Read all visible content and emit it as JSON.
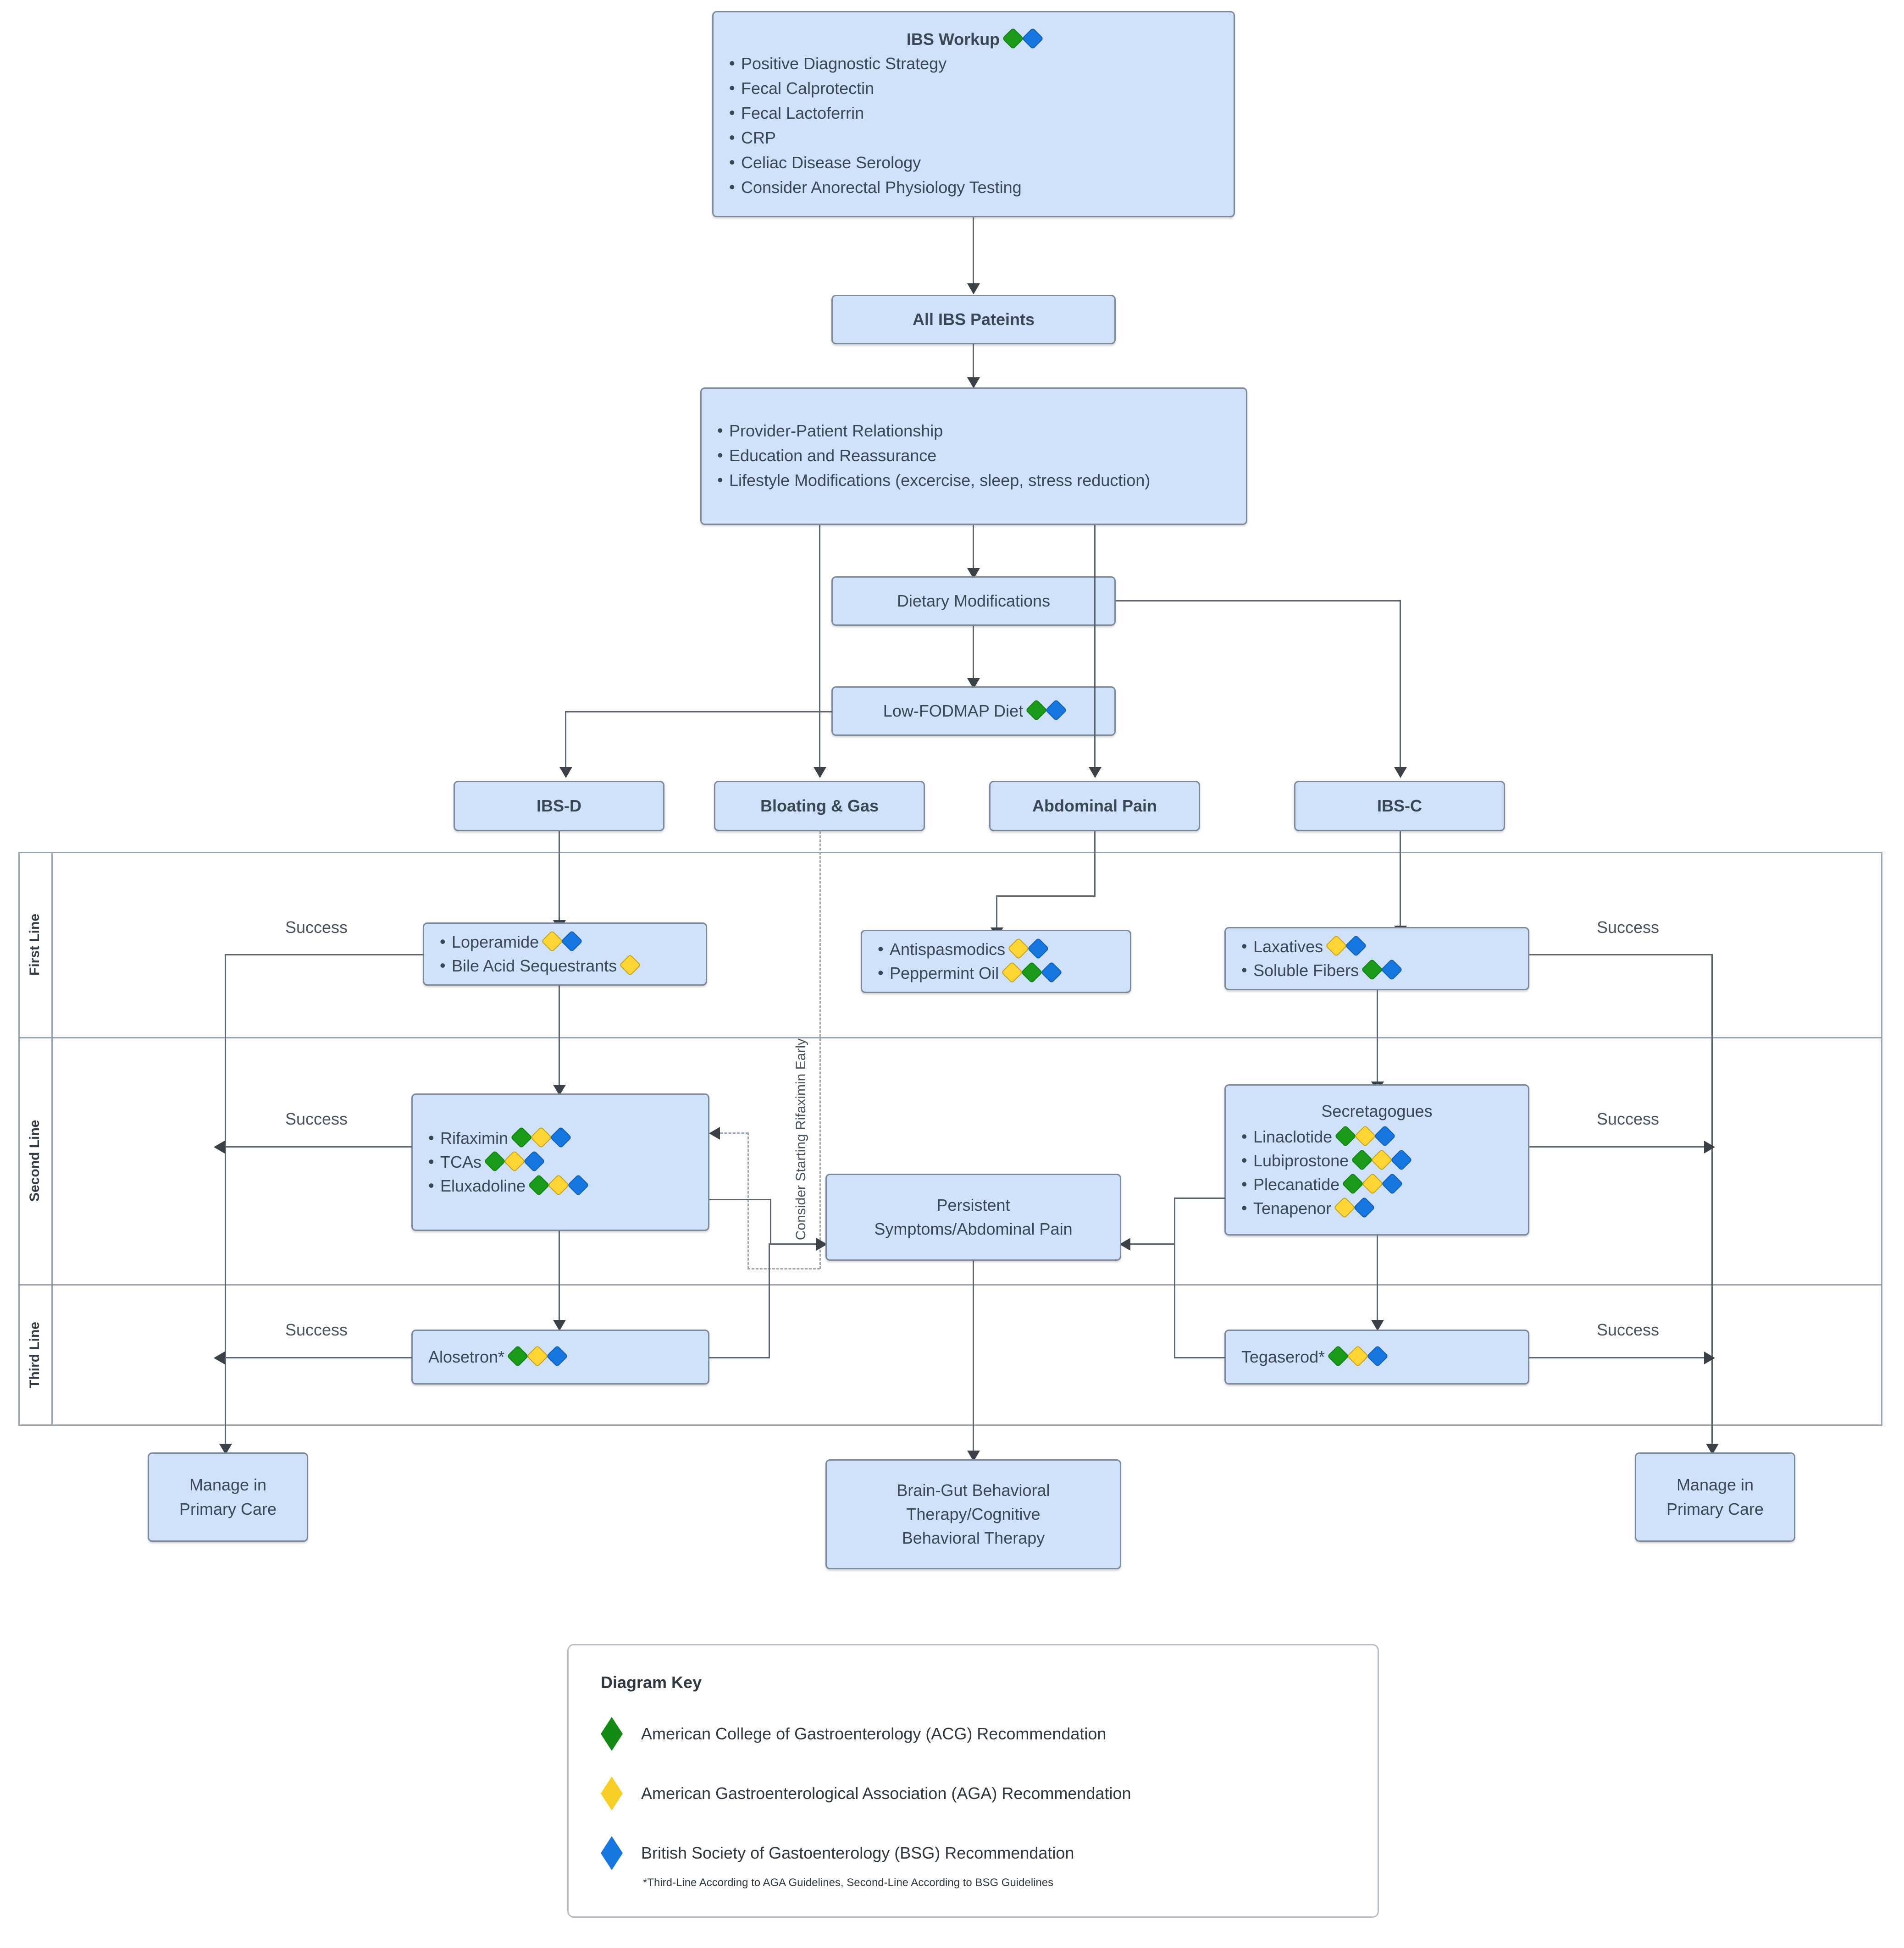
{
  "nodes": {
    "workup": {
      "title": "IBS Workup",
      "markers": [
        "g",
        "b"
      ],
      "items": [
        "Positive Diagnostic Strategy",
        "Fecal Calprotectin",
        "Fecal Lactoferrin",
        "CRP",
        "Celiac Disease Serology",
        "Consider Anorectal Physiology Testing"
      ]
    },
    "all_patients": {
      "label": "All IBS Pateints"
    },
    "general_care": {
      "items": [
        "Provider-Patient Relationship",
        "Education and Reassurance",
        "Lifestyle Modifications (excercise, sleep, stress reduction)"
      ]
    },
    "dietary": {
      "label": "Dietary Modifications"
    },
    "fodmap": {
      "label": "Low-FODMAP Diet",
      "markers": [
        "g",
        "b"
      ]
    },
    "ibs_d": {
      "label": "IBS-D"
    },
    "bloating": {
      "label": "Bloating & Gas"
    },
    "abdominal_pain": {
      "label": "Abdominal Pain"
    },
    "ibs_c": {
      "label": "IBS-C"
    },
    "ibsd_first": {
      "items": [
        {
          "text": "Loperamide",
          "markers": [
            "y",
            "b"
          ]
        },
        {
          "text": "Bile Acid Sequestrants",
          "markers": [
            "y"
          ]
        }
      ]
    },
    "pain_first": {
      "items": [
        {
          "text": "Antispasmodics",
          "markers": [
            "y",
            "b"
          ]
        },
        {
          "text": "Peppermint Oil",
          "markers": [
            "y",
            "g",
            "b"
          ]
        }
      ]
    },
    "ibsc_first": {
      "items": [
        {
          "text": "Laxatives",
          "markers": [
            "y",
            "b"
          ]
        },
        {
          "text": "Soluble Fibers",
          "markers": [
            "g",
            "b"
          ]
        }
      ]
    },
    "ibsd_second": {
      "items": [
        {
          "text": "Rifaximin",
          "markers": [
            "g",
            "y",
            "b"
          ]
        },
        {
          "text": "TCAs",
          "markers": [
            "g",
            "y",
            "b"
          ]
        },
        {
          "text": "Eluxadoline",
          "markers": [
            "g",
            "y",
            "b"
          ]
        }
      ]
    },
    "ibsc_second": {
      "title": "Secretagogues",
      "items": [
        {
          "text": "Linaclotide",
          "markers": [
            "g",
            "y",
            "b"
          ]
        },
        {
          "text": "Lubiprostone",
          "markers": [
            "g",
            "y",
            "b"
          ]
        },
        {
          "text": "Plecanatide",
          "markers": [
            "g",
            "y",
            "b"
          ]
        },
        {
          "text": "Tenapenor",
          "markers": [
            "y",
            "b"
          ]
        }
      ]
    },
    "persistent": {
      "line1": "Persistent",
      "line2": "Symptoms/Abdominal Pain"
    },
    "alosetron": {
      "text": "Alosetron*",
      "markers": [
        "g",
        "y",
        "b"
      ]
    },
    "tegaserod": {
      "text": "Tegaserod*",
      "markers": [
        "g",
        "y",
        "b"
      ]
    },
    "primary_care_left": {
      "line1": "Manage in",
      "line2": "Primary Care"
    },
    "primary_care_right": {
      "line1": "Manage in",
      "line2": "Primary Care"
    },
    "behavioral": {
      "line1": "Brain-Gut Behavioral",
      "line2": "Therapy/Cognitive",
      "line3": "Behavioral Therapy"
    }
  },
  "lanes": [
    {
      "label": "First Line"
    },
    {
      "label": "Second Line"
    },
    {
      "label": "Third Line"
    }
  ],
  "edges": {
    "success": "Success",
    "rifaximin_early": "Consider Starting Rifaximin Early"
  },
  "legend": {
    "title": "Diagram Key",
    "rows": [
      {
        "color": "g",
        "text": "American College of Gastroenterology (ACG) Recommendation"
      },
      {
        "color": "y",
        "text": "American Gastroenterological Association (AGA) Recommendation"
      },
      {
        "color": "b",
        "text": "British Society of Gastoenterology (BSG) Recommendation"
      }
    ],
    "note": "*Third-Line According to AGA Guidelines, Second-Line According to BSG Guidelines"
  },
  "colors": {
    "acg_green": "#138a13",
    "aga_yellow": "#f7cf26",
    "bsg_blue": "#1777e0",
    "box_fill": "#cfe2f9",
    "box_stroke": "#7c8a9c"
  }
}
